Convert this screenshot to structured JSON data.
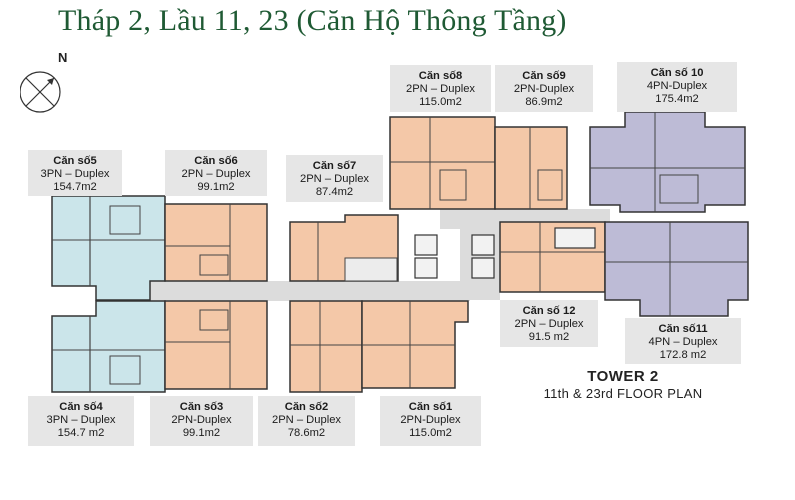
{
  "title": "Tháp 2, Lầu 11, 23 (Căn Hộ Thông Tầng)",
  "compass": {
    "label": "N"
  },
  "tower": {
    "name": "TOWER 2",
    "subtitle": "11th & 23rd FLOOR PLAN"
  },
  "colors": {
    "title": "#1f5a34",
    "unit_orange": "#f4c8a8",
    "unit_blue": "#cbe5ea",
    "unit_purple": "#bdbbd6",
    "corridor": "#dcdcdc",
    "label_bg": "#e6e6e6"
  },
  "units": [
    {
      "name": "Căn số5",
      "type": "3PN – Duplex",
      "area": "154.7m2"
    },
    {
      "name": "Căn số6",
      "type": "2PN – Duplex",
      "area": "99.1m2"
    },
    {
      "name": "Căn số7",
      "type": "2PN – Duplex",
      "area": "87.4m2"
    },
    {
      "name": "Căn số8",
      "type": "2PN – Duplex",
      "area": "115.0m2"
    },
    {
      "name": "Căn số9",
      "type": "2PN-Duplex",
      "area": "86.9m2"
    },
    {
      "name": "Căn số 10",
      "type": "4PN-Duplex",
      "area": "175.4m2"
    },
    {
      "name": "Căn số 12",
      "type": "2PN – Duplex",
      "area": "91.5 m2"
    },
    {
      "name": "Căn số11",
      "type": "4PN – Duplex",
      "area": "172.8 m2"
    },
    {
      "name": "Căn số4",
      "type": "3PN – Duplex",
      "area": "154.7 m2"
    },
    {
      "name": "Căn số3",
      "type": "2PN-Duplex",
      "area": "99.1m2"
    },
    {
      "name": "Căn số2",
      "type": "2PN – Duplex",
      "area": "78.6m2"
    },
    {
      "name": "Căn số1",
      "type": "2PN-Duplex",
      "area": "115.0m2"
    }
  ]
}
